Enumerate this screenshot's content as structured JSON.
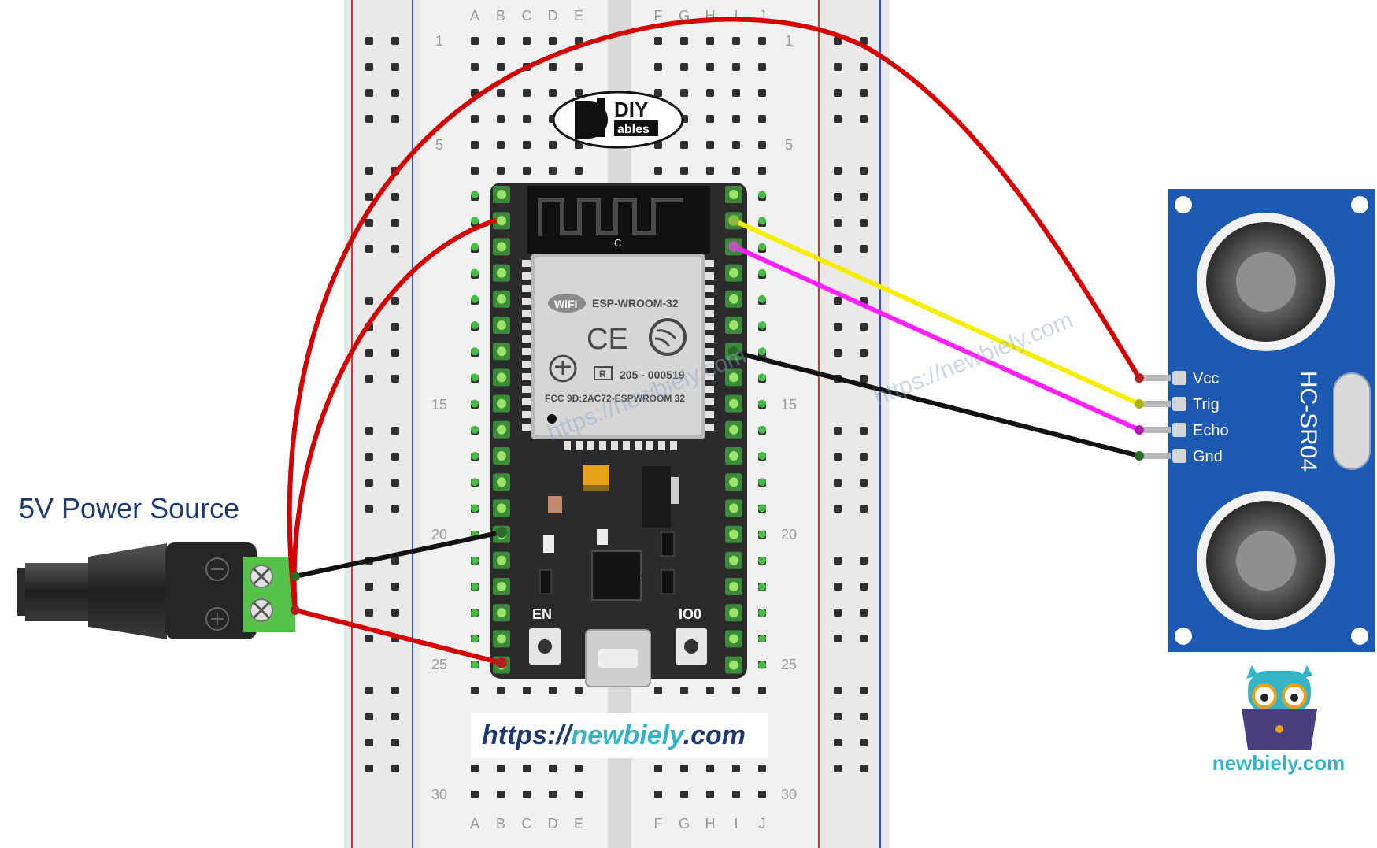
{
  "power_source": {
    "label": "5V Power Source"
  },
  "breadboard": {
    "col_letters_left": [
      "A",
      "B",
      "C",
      "D",
      "E"
    ],
    "col_letters_right": [
      "F",
      "G",
      "H",
      "I",
      "J"
    ],
    "row_numbers": [
      "1",
      "5",
      "15",
      "20",
      "25",
      "30"
    ]
  },
  "brand_logo": {
    "top": "DIY",
    "bottom": "ables"
  },
  "esp32": {
    "module_name": "ESP-WROOM-32",
    "wifi_badge": "WiFi",
    "cert_number": "205 - 000519",
    "fcc_id": "FCC 9D:2AC72-ESPWROOM 32",
    "en_label": "EN",
    "io0_label": "IO0",
    "antenna_mark": "C",
    "r_mark": "R",
    "ce_mark": "CE"
  },
  "sensor": {
    "name": "HC-SR04",
    "pins": [
      "Vcc",
      "Trig",
      "Echo",
      "Gnd"
    ]
  },
  "watermark": {
    "url_prefix": "https://",
    "url_name": "newbiely",
    "url_suffix": ".com",
    "diagonal": "https://newbiely.com"
  },
  "brand": {
    "site": "newbiely.com"
  },
  "colors": {
    "wire_red": "#d40000",
    "wire_yellow": "#f5ee00",
    "wire_magenta": "#ff22ff",
    "wire_black": "#111111",
    "sensor_blue": "#1b5ab0",
    "terminal_green": "#55c24a",
    "brand_teal": "#36b4c6"
  }
}
